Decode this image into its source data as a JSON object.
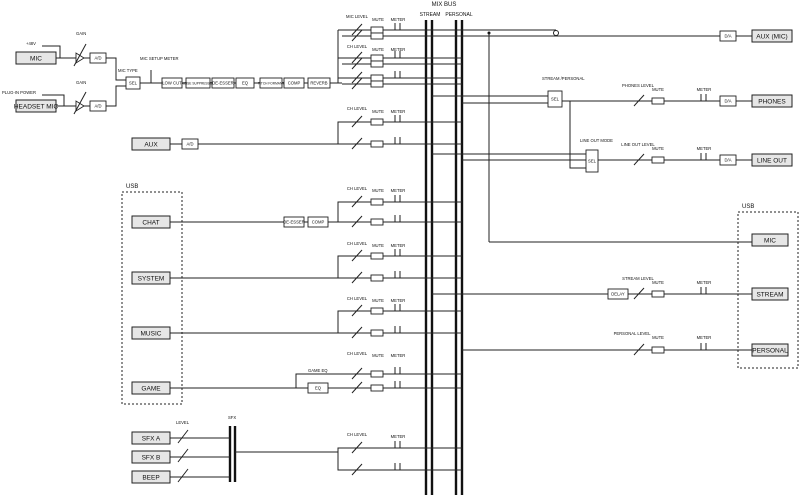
{
  "mixbus": {
    "title": "MIX BUS",
    "stream": "STREAM",
    "personal": "PERSONAL"
  },
  "inputs": {
    "mic": "MIC",
    "plus48v": "+48V",
    "headset_mic": "HEADSET MIC",
    "plugin_power": "PLUG-IN POWER",
    "aux": "AUX",
    "chat": "CHAT",
    "system": "SYSTEM",
    "music": "MUSIC",
    "game": "GAME",
    "sfx_a": "SFX A",
    "sfx_b": "SFX B",
    "beep": "BEEP"
  },
  "blocks": {
    "gain": "GAIN",
    "ad": "A/D",
    "da": "D/A",
    "mic_type": "MIC TYPE",
    "sel": "SEL",
    "mic_setup_meter": "MIC SETUP METER",
    "low_cut": "LOW CUT",
    "noise_suppressor": "NOISE SUPPRESSOR",
    "deesser": "DE-ESSER",
    "eq": "EQ",
    "pitch_formant": "PITCH FORMANT",
    "comp": "COMP",
    "reverb": "REVERB",
    "game_eq": "GAME EQ",
    "delay": "DELAY",
    "level": "LEVEL",
    "sfx": "SFX",
    "mic_level": "MIC LEVEL",
    "ch_level": "CH LEVEL",
    "mute": "MUTE",
    "meter": "METER",
    "stream_personal": "STREAM /PERSONAL",
    "line_out_mode": "LINE OUT MODE",
    "phones_level": "PHONES LEVEL",
    "line_out_level": "LINE OUT LEVEL",
    "stream_level": "STREAM LEVEL",
    "personal_level": "PERSONAL LEVEL"
  },
  "usb_label": "USB",
  "outputs": {
    "aux_mic": "AUX (MIC)",
    "phones": "PHONES",
    "line_out": "LINE OUT",
    "mic": "MIC",
    "stream": "STREAM",
    "personal": "PERSONAL"
  },
  "colors": {
    "line": "#222222",
    "io_fill": "#e6e6e6",
    "background": "#ffffff"
  }
}
